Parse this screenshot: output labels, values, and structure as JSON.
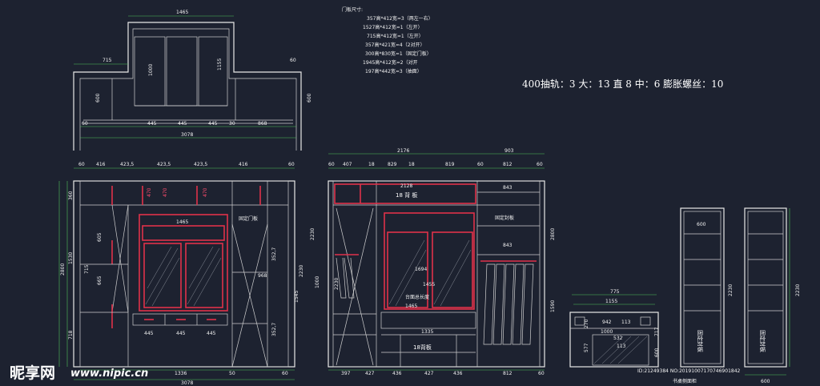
{
  "top_plan": {
    "width_top": "1465",
    "left_step": "715",
    "right_step": "60",
    "h_left": "600",
    "h_center1": "1000",
    "h_center2": "1155",
    "h_right": "600",
    "bottom_dims": [
      "60",
      "445",
      "445",
      "445",
      "30",
      "868"
    ],
    "total": "3078"
  },
  "door_spec": {
    "title": "门板尺寸:",
    "lines": [
      "357高*412宽=3（两左一右）",
      "1527高*412宽=1（左开）",
      "715高*412宽=1（左开）",
      "357高*421宽=4（2对开）",
      "300高*830宽=1（固定门板）",
      "1945高*412宽=2（对开",
      "197高*442宽=3（抽面）"
    ]
  },
  "hardware_note": "400抽轨：3 大：13 直 8 中：6 膨胀螺丝：10",
  "left_elev": {
    "top_dims": [
      "60",
      "416",
      "423,5",
      "423,5",
      "423,5",
      "416",
      "60"
    ],
    "heights": [
      "360",
      "1530",
      "715",
      "665",
      "605",
      "718",
      "2800"
    ],
    "red_marks": [
      "470",
      "470",
      "470"
    ],
    "labels": [
      "1465",
      "固定门板",
      "968",
      "2230",
      "1545",
      "352,7",
      "352,7"
    ],
    "drawer_dims": [
      "445",
      "445",
      "445"
    ],
    "bottom_dims": [
      "1336",
      "50",
      "60"
    ],
    "total": "3078"
  },
  "right_elev": {
    "overall": "2176",
    "right_overall": "903",
    "top_dims": [
      "60",
      "407",
      "18",
      "829",
      "18",
      "819",
      "60",
      "812",
      "60"
    ],
    "top_label": "2128",
    "back_label": "18  背  板",
    "labels": [
      "固定封板",
      "843",
      "843",
      "1694",
      "1455",
      "台面总长度",
      "1465",
      "1335",
      "18背板",
      "2230",
      "1000",
      "1590",
      "2800",
      "2230"
    ],
    "bottom_dims": [
      "397",
      "427",
      "436",
      "427",
      "436",
      "812",
      "60"
    ]
  },
  "desk": {
    "width": "775",
    "inner": "1155",
    "dims": [
      "942",
      "113",
      "1000",
      "532",
      "113",
      "717",
      "600",
      "577",
      "270"
    ],
    "caption": "书桌侧面柜"
  },
  "side_cabinets": {
    "top_label": "600",
    "height": "2230",
    "label_a": "固定封板",
    "label_b": "固定封板",
    "bottom": "600"
  },
  "watermark": {
    "brand": "昵享网",
    "url": "www.nipic.cn",
    "id": "ID:21249384 NO:20191007170746901842"
  },
  "colors": {
    "background": "#1d2230",
    "line": "#e8e8e8",
    "dimension": "#4fc25a",
    "accent": "#e0314a"
  }
}
